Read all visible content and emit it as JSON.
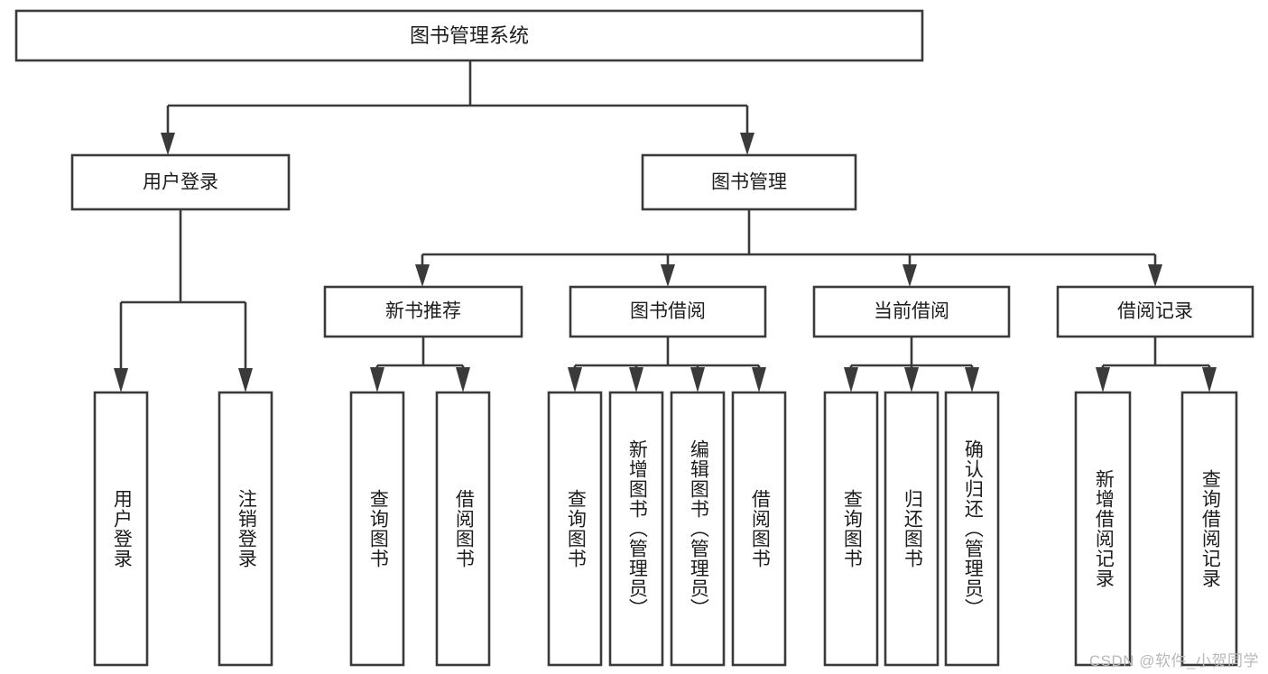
{
  "diagram": {
    "type": "hierarchy-tree",
    "title": "图书管理系统",
    "watermark": "CSDN @软件_小贺同学",
    "colors": {
      "stroke": "#3a3a3a",
      "box_fill": "#ffffff",
      "text": "#1d1d1d",
      "background": "#ffffff",
      "watermark": "#b9b9b9"
    },
    "root": {
      "label": "图书管理系统"
    },
    "level2": [
      {
        "label": "用户登录"
      },
      {
        "label": "图书管理"
      }
    ],
    "level3": [
      {
        "label": "新书推荐"
      },
      {
        "label": "图书借阅"
      },
      {
        "label": "当前借阅"
      },
      {
        "label": "借阅记录"
      }
    ],
    "leaves": {
      "user_login": [
        {
          "label": "用户登录"
        },
        {
          "label": "注销登录"
        }
      ],
      "new_book_recommend": [
        {
          "label": "查询图书"
        },
        {
          "label": "借阅图书"
        }
      ],
      "book_borrow": [
        {
          "label": "查询图书"
        },
        {
          "label": "新增图书（管理员）"
        },
        {
          "label": "编辑图书（管理员）"
        },
        {
          "label": "借阅图书"
        }
      ],
      "current_borrow": [
        {
          "label": "查询图书"
        },
        {
          "label": "归还图书"
        },
        {
          "label": "确认归还（管理员）"
        }
      ],
      "borrow_record": [
        {
          "label": "新增借阅记录"
        },
        {
          "label": "查询借阅记录"
        }
      ]
    }
  }
}
